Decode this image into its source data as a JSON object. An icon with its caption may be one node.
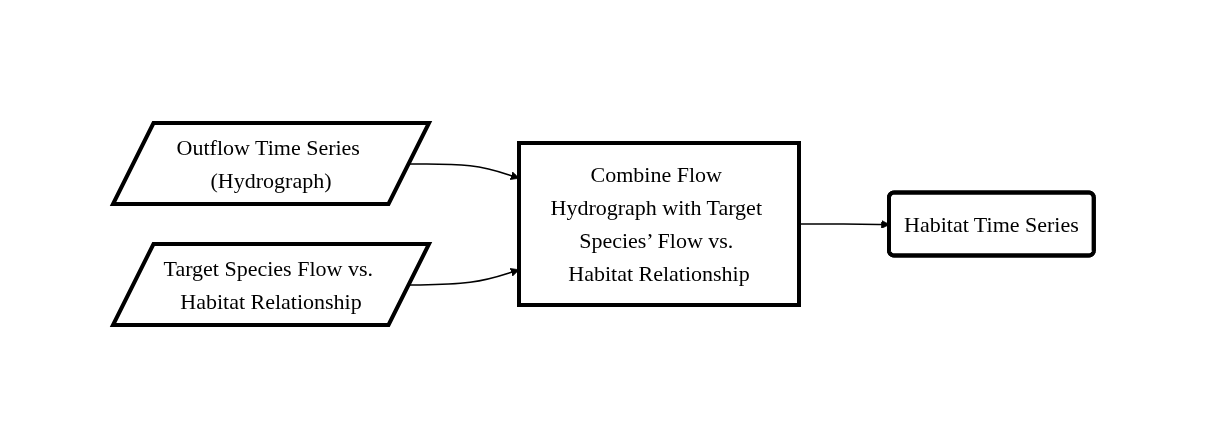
{
  "diagram": {
    "nodes": [
      {
        "text": [
          "Outflow Time Series (Hydrograph)"
        ]
      },
      {
        "text": [
          "Target Species Flow vs. Habitat Relationship"
        ]
      },
      {
        "text": [
          "Combine Flow Hydrograph with Target Species’ Flow vs. Habitat Relationship"
        ]
      },
      {
        "text": [
          "Habitat Time Series"
        ]
      }
    ],
    "edges": [
      {
        "from": 0,
        "to": 2,
        "arrow": "to"
      },
      {
        "from": 1,
        "to": 2,
        "arrow": "to"
      },
      {
        "from": 2,
        "to": 3,
        "arrow": "to"
      }
    ]
  }
}
